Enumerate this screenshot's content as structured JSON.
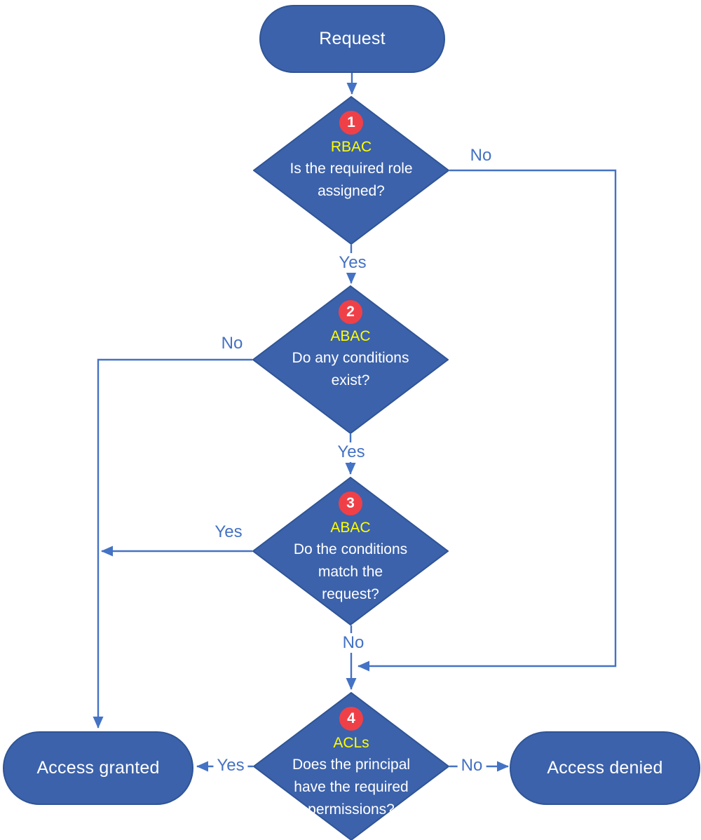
{
  "diagram": {
    "start": {
      "label": "Request"
    },
    "decisions": [
      {
        "number": "1",
        "category": "RBAC",
        "question_lines": [
          "Is the required role",
          "assigned?"
        ],
        "yes_label": "Yes",
        "no_label": "No"
      },
      {
        "number": "2",
        "category": "ABAC",
        "question_lines": [
          "Do any conditions",
          "exist?"
        ],
        "yes_label": "Yes",
        "no_label": "No"
      },
      {
        "number": "3",
        "category": "ABAC",
        "question_lines": [
          "Do the conditions",
          "match the",
          "request?"
        ],
        "yes_label": "Yes",
        "no_label": "No"
      },
      {
        "number": "4",
        "category": "ACLs",
        "question_lines": [
          "Does the principal",
          "have the required",
          "permissions?"
        ],
        "yes_label": "Yes",
        "no_label": "No"
      }
    ],
    "outcomes": {
      "granted": "Access granted",
      "denied": "Access denied"
    },
    "colors": {
      "shape_fill": "#3C62AB",
      "shape_border": "#2F5496",
      "connector": "#4472C4",
      "edge_label_text": "#4472C4",
      "badge_fill": "#EF4048",
      "badge_text": "#FFFFFF",
      "category_text": "#FFFF00",
      "question_text": "#FFFFFF",
      "background": "#FFFFFF"
    }
  }
}
